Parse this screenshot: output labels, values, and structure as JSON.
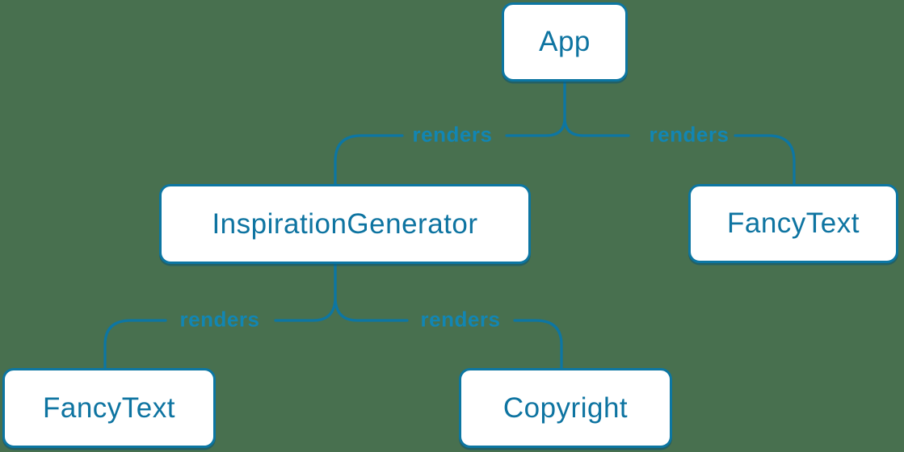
{
  "theme": {
    "bg": "#48704F",
    "node-fill": "#FFFFFF",
    "node-border": "#0C76A2",
    "node-text": "#0E74A1",
    "line": "#0D76A3",
    "edge-label": "#1286B3"
  },
  "diagram": {
    "type": "component-render-tree",
    "nodes": {
      "app": {
        "label": "App"
      },
      "inspiration_generator": {
        "label": "InspirationGenerator"
      },
      "fancy_text_top": {
        "label": "FancyText"
      },
      "fancy_text_bottom": {
        "label": "FancyText"
      },
      "copyright": {
        "label": "Copyright"
      }
    },
    "edges": {
      "app_to_inspiration_generator": {
        "from": "App",
        "to": "InspirationGenerator",
        "label": "renders"
      },
      "app_to_fancy_text": {
        "from": "App",
        "to": "FancyText",
        "label": "renders"
      },
      "inspiration_generator_to_fancy_text": {
        "from": "InspirationGenerator",
        "to": "FancyText",
        "label": "renders"
      },
      "inspiration_generator_to_copyright": {
        "from": "InspirationGenerator",
        "to": "Copyright",
        "label": "renders"
      }
    }
  }
}
